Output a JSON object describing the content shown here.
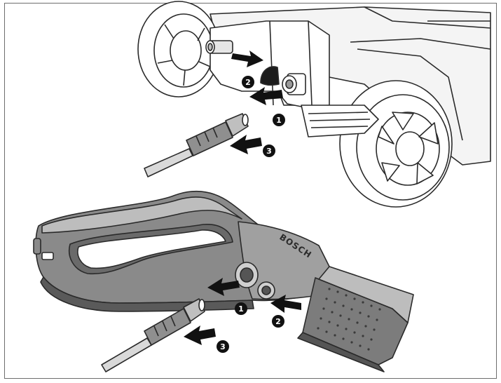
{
  "brand": "BOSCH",
  "steps": {
    "upper": [
      "1",
      "2",
      "3"
    ],
    "lower": [
      "1",
      "2",
      "3"
    ]
  },
  "colors": {
    "line": "#2a2a2a",
    "body_dark": "#6b6b6b",
    "body_mid": "#a7a7a7",
    "body_light": "#d9d9d9",
    "arrow": "#111111",
    "frame": "#6d6d6d"
  }
}
